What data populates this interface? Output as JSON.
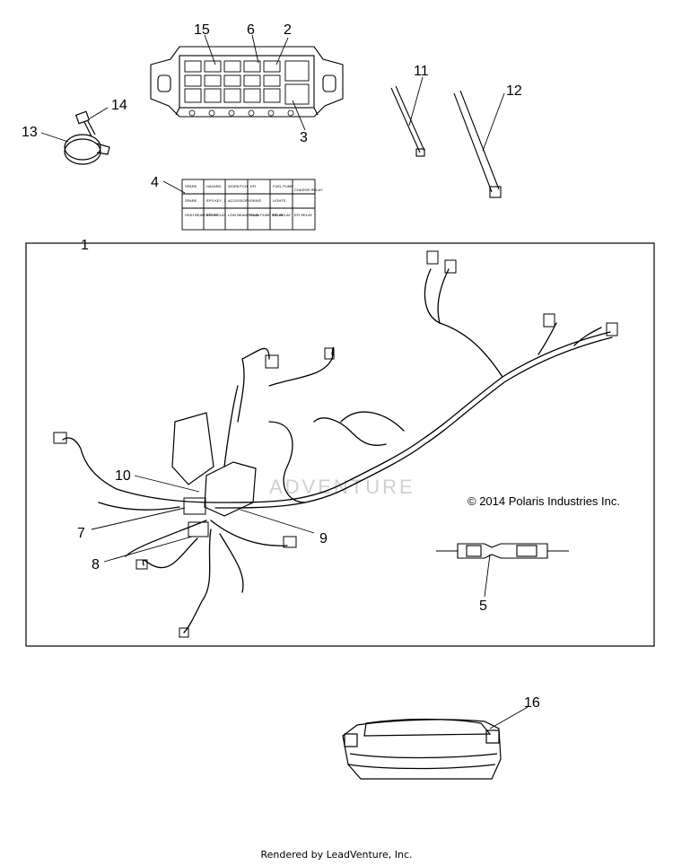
{
  "diagram": {
    "callouts": [
      "1",
      "2",
      "3",
      "4",
      "5",
      "6",
      "7",
      "8",
      "9",
      "10",
      "11",
      "12",
      "13",
      "14",
      "15",
      "16"
    ],
    "copyright": "© 2014 Polaris Industries Inc.",
    "watermark": "ADVENTURE",
    "footer": "Rendered by LeadVenture, Inc.",
    "fuse_label_rows": [
      [
        "SPARE",
        "HAZARD",
        "WORK/TCH",
        "EFI",
        "FUEL PUMP",
        "CHASSIS RELAY"
      ],
      [
        "SPARE",
        "EPS KEY_1",
        "ACCESSORY",
        "DRIVE",
        "LIGHTS",
        ""
      ],
      [
        "HIGH BEAM RELAY",
        "EPS RELAY",
        "LOW BEAM RELAY",
        "FUEL PUMP RELAY",
        "EFI RELAY",
        "EFI RELAY"
      ]
    ]
  }
}
